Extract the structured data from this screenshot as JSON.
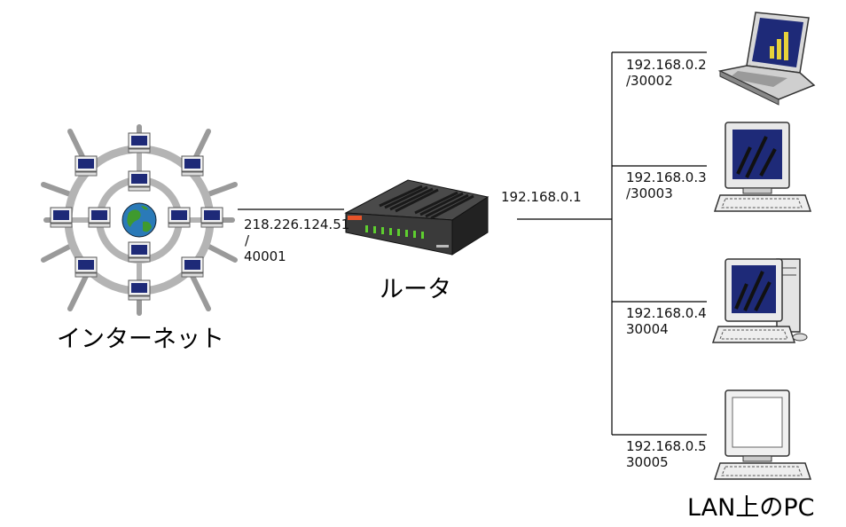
{
  "internet": {
    "label": "インターネット",
    "ip": "218.226.124.51",
    "slash": "/",
    "port": "40001"
  },
  "router": {
    "label": "ルータ",
    "lan_ip": "192.168.0.1"
  },
  "lan": {
    "label": "LAN上のPC",
    "hosts": [
      {
        "ip": "192.168.0.2",
        "port": "/30002",
        "device": "laptop-icon"
      },
      {
        "ip": "192.168.0.3",
        "port": "/30003",
        "device": "crt-monitor-icon"
      },
      {
        "ip": "192.168.0.4",
        "port": "30004",
        "device": "desktop-tower-icon"
      },
      {
        "ip": "192.168.0.5",
        "port": "30005",
        "device": "blank-monitor-icon"
      }
    ]
  },
  "colors": {
    "line": "#000000",
    "ring": "#b4b4b4",
    "screen": "#1e2a78",
    "globe": "#2a7ab8",
    "router": "#3b3b3b",
    "led": "#5ecf2f"
  }
}
